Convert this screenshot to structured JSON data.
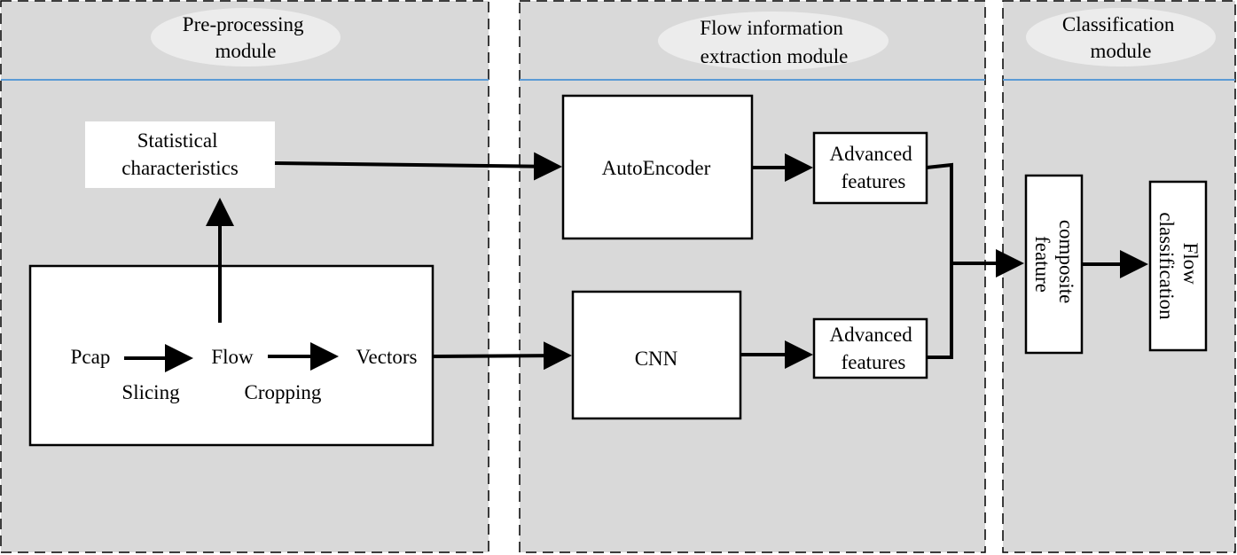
{
  "modules": {
    "preprocessing": [
      "Pre-processing",
      "module"
    ],
    "flow_extraction": [
      "Flow information",
      "extraction module"
    ],
    "classification": [
      "Classification",
      "module"
    ]
  },
  "nodes": {
    "statistical": [
      "Statistical",
      "characteristics"
    ],
    "pcap": "Pcap",
    "slicing": "Slicing",
    "flow": "Flow",
    "cropping": "Cropping",
    "vectors": "Vectors",
    "autoencoder": "AutoEncoder",
    "cnn": "CNN",
    "advanced_top": [
      "Advanced",
      "features"
    ],
    "advanced_bottom": [
      "Advanced",
      "features"
    ],
    "composite": [
      "composite",
      "feature"
    ],
    "flow_classification": [
      "Flow",
      "classification"
    ]
  },
  "colors": {
    "panel": "#d9d9d9",
    "divider": "#5b9bd5",
    "box": "#ffffff",
    "line": "#000000"
  }
}
